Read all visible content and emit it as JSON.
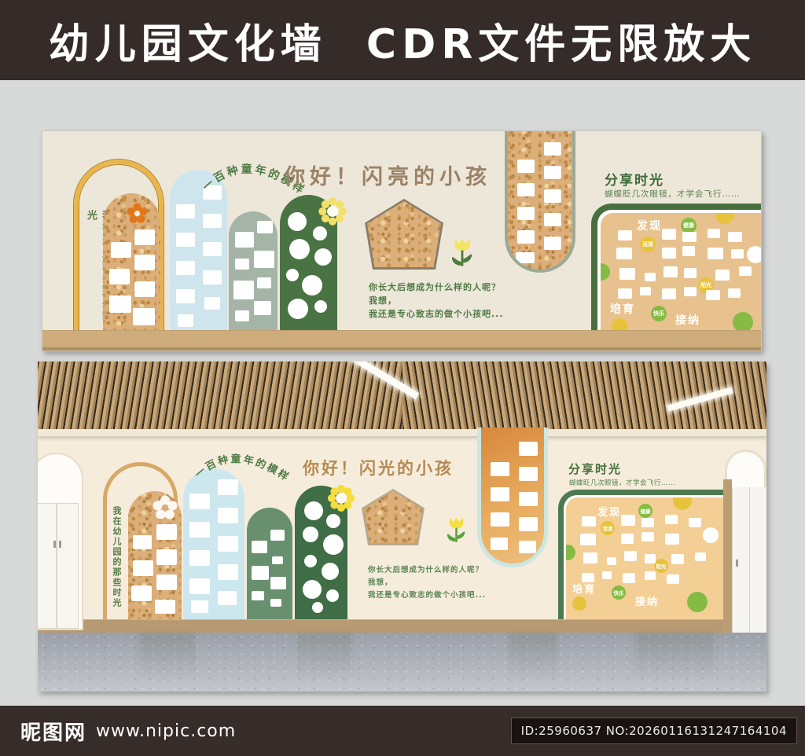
{
  "page": {
    "header_title": "幼儿园文化墙  CDR文件无限放大",
    "footer": {
      "brand": "昵图网",
      "url": "www.nipic.com",
      "id_label": "ID:25960637 NO:20260116131247164104"
    }
  },
  "wall": {
    "vertical_slogan": "我在幼儿园的那些时光",
    "arc_slogan": "一百种童年的模样",
    "title_flat": "你好！闪亮的小孩",
    "title_render": "你好！闪光的小孩",
    "question_line1": "你长大后想成为什么样的人呢？",
    "question_line2": "我想，",
    "question_line3": "我还是专心致志的做个小孩吧...",
    "share_title": "分享时光",
    "share_subtitle": "蝴蝶眨几次眼镜，才学会飞行……",
    "board_labels": {
      "discover": "发现",
      "nurture": "培育",
      "accept": "接纳"
    },
    "bubbles": {
      "health": "健康",
      "lively": "活泼",
      "sunshine": "阳光",
      "happy": "快乐"
    }
  },
  "colors": {
    "bar_bg": "#352b28",
    "page_bg": "#d8dada",
    "panel_bg": "#ede7d9",
    "wood_shelf": "#cfac7b",
    "cork": "#dcae79",
    "yellow_arch": "#eab54b",
    "blue_arch": "#cfe5ed",
    "sage_arch": "#a4b5a8",
    "dark_green_arch": "#4a7344",
    "render_mid_green": "#68906e",
    "orange_capsule": "#e7ab5e",
    "text_green": "#4e7a44",
    "title_brown": "#9b8266",
    "board_tan": "#e8c28e",
    "board_border": "#47703e",
    "bubble_green": "#85bb44",
    "bubble_yellow": "#e7c23b"
  },
  "slots": {
    "flat_cork": [
      [
        10,
        62,
        26,
        20
      ],
      [
        8,
        96,
        26,
        20
      ],
      [
        8,
        130,
        28,
        22
      ],
      [
        40,
        46,
        26,
        20
      ],
      [
        40,
        78,
        26,
        20
      ],
      [
        40,
        112,
        26,
        20
      ],
      [
        38,
        146,
        28,
        22
      ]
    ],
    "flat_blue": [
      [
        8,
        44,
        24,
        18
      ],
      [
        8,
        80,
        24,
        18
      ],
      [
        8,
        116,
        24,
        18
      ],
      [
        8,
        152,
        24,
        18
      ],
      [
        10,
        184,
        20,
        16
      ],
      [
        42,
        20,
        24,
        18
      ],
      [
        42,
        56,
        24,
        18
      ],
      [
        42,
        92,
        24,
        18
      ],
      [
        42,
        128,
        24,
        18
      ],
      [
        44,
        162,
        20,
        16
      ]
    ],
    "flat_sage": [
      [
        8,
        26,
        24,
        20
      ],
      [
        36,
        12,
        20,
        16
      ],
      [
        8,
        60,
        18,
        14
      ],
      [
        32,
        50,
        26,
        22
      ],
      [
        36,
        84,
        18,
        14
      ],
      [
        6,
        88,
        26,
        24
      ],
      [
        32,
        114,
        22,
        18
      ],
      [
        8,
        126,
        18,
        14
      ]
    ],
    "flat_dark_circles": [
      [
        10,
        22,
        24
      ],
      [
        42,
        40,
        18
      ],
      [
        12,
        56,
        26
      ],
      [
        44,
        68,
        22
      ],
      [
        8,
        94,
        16
      ],
      [
        28,
        102,
        26
      ],
      [
        10,
        132,
        26
      ],
      [
        44,
        134,
        16
      ]
    ],
    "flat_capsule": [
      [
        12,
        40,
        22,
        17
      ],
      [
        12,
        70,
        22,
        17
      ],
      [
        12,
        100,
        22,
        17
      ],
      [
        12,
        130,
        22,
        17
      ],
      [
        10,
        158,
        24,
        14
      ],
      [
        46,
        18,
        22,
        17
      ],
      [
        46,
        48,
        22,
        17
      ],
      [
        46,
        78,
        22,
        17
      ],
      [
        46,
        108,
        22,
        17
      ],
      [
        46,
        138,
        22,
        17
      ]
    ],
    "flat_tan": [
      [
        22,
        22,
        18,
        13
      ],
      [
        78,
        20,
        18,
        14
      ],
      [
        104,
        24,
        18,
        13
      ],
      [
        136,
        20,
        16,
        12
      ],
      [
        162,
        24,
        18,
        13
      ],
      [
        20,
        44,
        20,
        15
      ],
      [
        78,
        44,
        18,
        14
      ],
      [
        104,
        42,
        16,
        13
      ],
      [
        136,
        44,
        20,
        15
      ],
      [
        166,
        46,
        16,
        12
      ],
      [
        24,
        70,
        20,
        15
      ],
      [
        56,
        76,
        14,
        11
      ],
      [
        80,
        68,
        18,
        14
      ],
      [
        106,
        70,
        16,
        13
      ],
      [
        146,
        72,
        18,
        14
      ],
      [
        176,
        68,
        16,
        12
      ],
      [
        22,
        96,
        18,
        13
      ],
      [
        50,
        94,
        14,
        11
      ],
      [
        78,
        96,
        18,
        14
      ],
      [
        106,
        94,
        16,
        12
      ],
      [
        134,
        98,
        18,
        13
      ],
      [
        162,
        96,
        16,
        12
      ]
    ],
    "r_cork": [
      [
        6,
        56,
        24,
        18
      ],
      [
        6,
        88,
        26,
        20
      ],
      [
        4,
        120,
        26,
        20
      ],
      [
        36,
        42,
        26,
        20
      ],
      [
        36,
        74,
        26,
        20
      ],
      [
        36,
        106,
        26,
        20
      ],
      [
        34,
        138,
        26,
        18
      ]
    ],
    "r_blue": [
      [
        8,
        32,
        26,
        20
      ],
      [
        8,
        68,
        26,
        20
      ],
      [
        8,
        104,
        26,
        20
      ],
      [
        8,
        140,
        26,
        20
      ],
      [
        10,
        168,
        22,
        16
      ],
      [
        44,
        14,
        26,
        20
      ],
      [
        44,
        50,
        26,
        20
      ],
      [
        44,
        86,
        26,
        20
      ],
      [
        44,
        122,
        26,
        20
      ],
      [
        44,
        156,
        24,
        18
      ]
    ],
    "r_mid": [
      [
        6,
        42,
        20,
        16
      ],
      [
        30,
        28,
        18,
        14
      ],
      [
        6,
        74,
        22,
        18
      ],
      [
        32,
        62,
        14,
        10
      ],
      [
        30,
        88,
        20,
        16
      ],
      [
        6,
        106,
        16,
        12
      ],
      [
        30,
        116,
        14,
        10
      ]
    ],
    "r_dark_circles": [
      [
        12,
        20,
        24
      ],
      [
        40,
        36,
        18
      ],
      [
        10,
        52,
        20
      ],
      [
        36,
        62,
        26
      ],
      [
        12,
        88,
        16
      ],
      [
        34,
        98,
        22
      ],
      [
        10,
        120,
        24
      ],
      [
        40,
        132,
        16
      ],
      [
        22,
        148,
        14
      ]
    ],
    "r_capsule": [
      [
        12,
        44,
        24,
        18
      ],
      [
        12,
        76,
        24,
        18
      ],
      [
        12,
        108,
        24,
        18
      ],
      [
        12,
        140,
        22,
        16
      ],
      [
        48,
        18,
        24,
        18
      ],
      [
        48,
        50,
        24,
        18
      ],
      [
        48,
        82,
        24,
        18
      ],
      [
        48,
        114,
        24,
        18
      ],
      [
        48,
        144,
        22,
        16
      ]
    ],
    "r_tan": [
      [
        20,
        24,
        18,
        13
      ],
      [
        70,
        22,
        18,
        14
      ],
      [
        96,
        26,
        16,
        12
      ],
      [
        126,
        22,
        16,
        12
      ],
      [
        156,
        26,
        16,
        12
      ],
      [
        18,
        46,
        20,
        15
      ],
      [
        70,
        46,
        16,
        13
      ],
      [
        96,
        44,
        16,
        12
      ],
      [
        126,
        46,
        18,
        14
      ],
      [
        22,
        70,
        18,
        14
      ],
      [
        52,
        76,
        12,
        10
      ],
      [
        74,
        68,
        16,
        13
      ],
      [
        100,
        72,
        14,
        12
      ],
      [
        134,
        72,
        16,
        13
      ],
      [
        164,
        70,
        14,
        11
      ],
      [
        20,
        96,
        16,
        12
      ],
      [
        46,
        94,
        12,
        10
      ],
      [
        72,
        96,
        16,
        13
      ],
      [
        100,
        94,
        14,
        11
      ],
      [
        128,
        98,
        16,
        12
      ]
    ]
  }
}
